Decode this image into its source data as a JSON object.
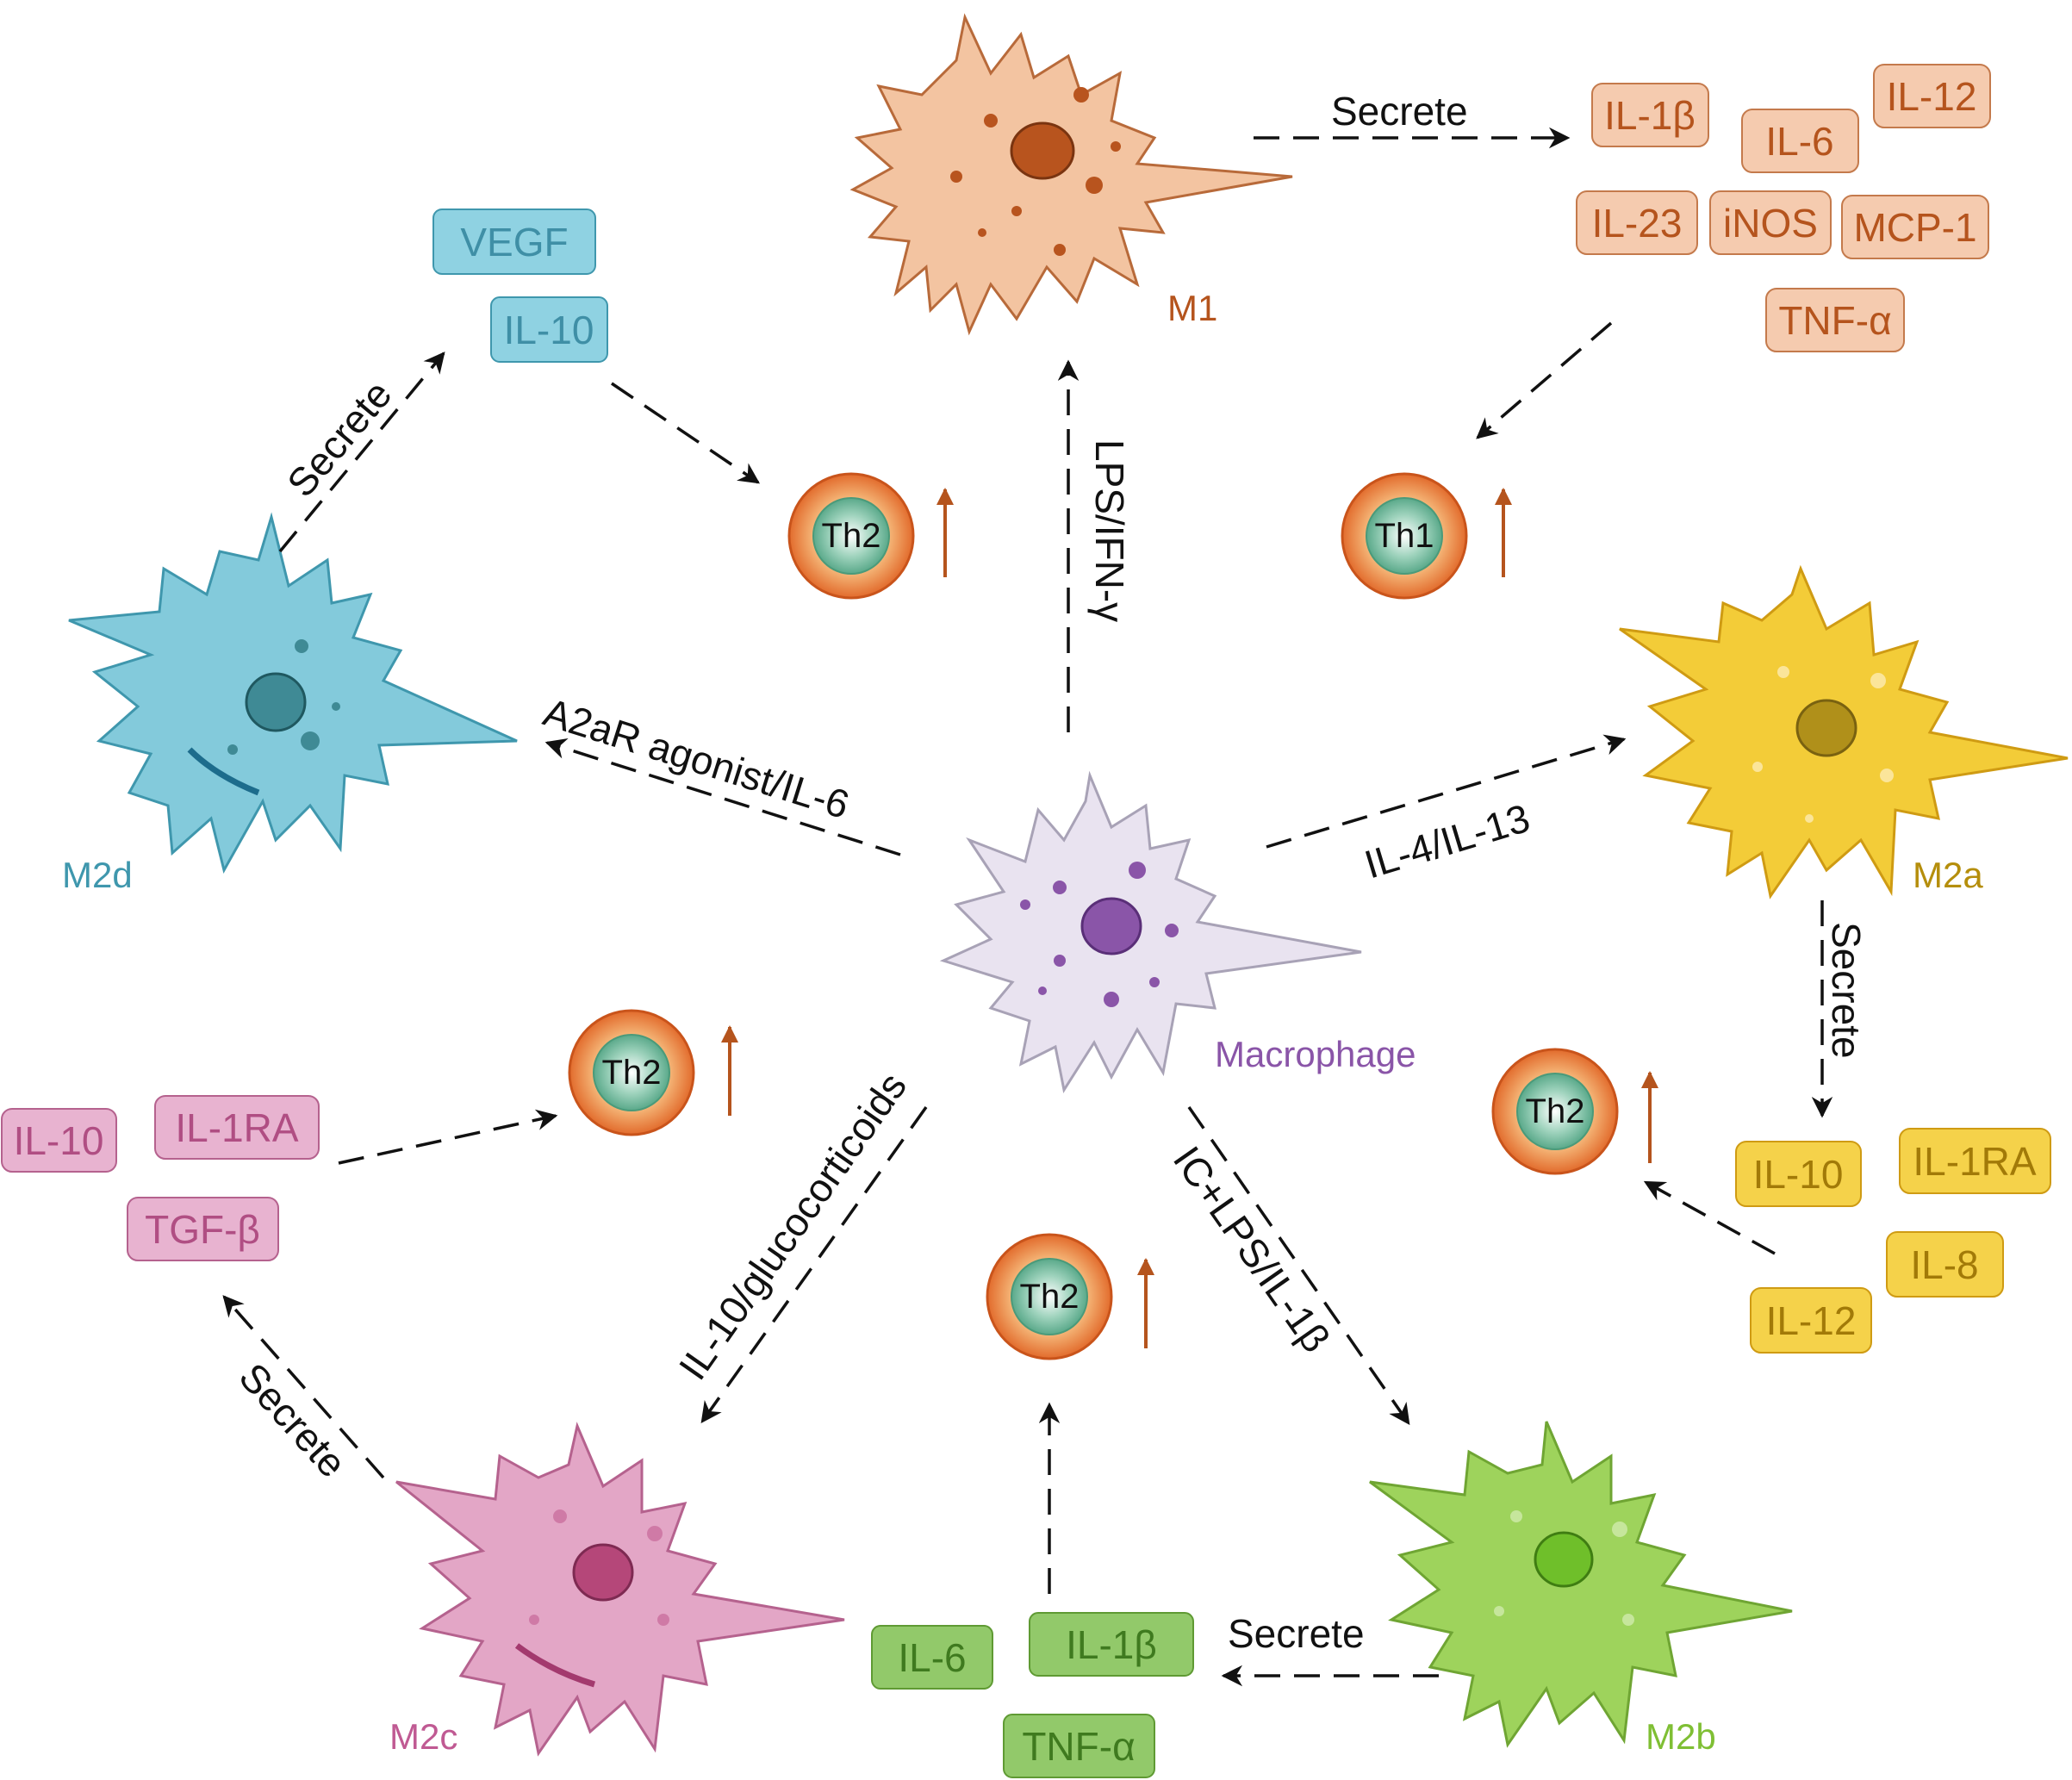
{
  "colors": {
    "m1": "#f3c4a1",
    "m1_stroke": "#b86a3a",
    "m1_text": "#b5541d",
    "m2a": "#f3cc38",
    "m2a_stroke": "#cf9b13",
    "m2a_text": "#b58e0c",
    "m2b": "#9ed35c",
    "m2b_stroke": "#6fa533",
    "m2b_text": "#7fbf34",
    "m2c": "#e3a6c6",
    "m2c_stroke": "#b5628e",
    "m2c_text": "#c05a93",
    "m2d": "#83cadb",
    "m2d_stroke": "#3f97ad",
    "m2d_text": "#3f97ad",
    "macrophage": "#e9e3f0",
    "macrophage_stroke": "#a8a2b6",
    "macrophage_text": "#8a55a8",
    "th_outer": "#e26b2c",
    "th_inner": "#7fc0a6",
    "up_arrow": "#b5541d"
  },
  "cells": {
    "m1": {
      "name": "M1"
    },
    "m2a": {
      "name": "M2a"
    },
    "m2b": {
      "name": "M2b"
    },
    "m2c": {
      "name": "M2c"
    },
    "m2d": {
      "name": "M2d"
    },
    "macrophage": {
      "name": "Macrophage"
    }
  },
  "stimuli": {
    "m1": "LPS/IFN-γ",
    "m2a": "IL-4/IL-13",
    "m2b": "IC+LPS/IL-1β",
    "m2c": "IL-10/glucocorticoids",
    "m2d": "A2aR agonist/IL-6"
  },
  "secrete_label": "Secrete",
  "secretions": {
    "m1": [
      "IL-1β",
      "IL-6",
      "IL-12",
      "IL-23",
      "iNOS",
      "MCP-1",
      "TNF-α"
    ],
    "m2a": [
      "IL-10",
      "IL-1RA",
      "IL-8",
      "IL-12"
    ],
    "m2b": [
      "IL-6",
      "IL-1β",
      "TNF-α"
    ],
    "m2c": [
      "IL-10",
      "IL-1RA",
      "TGF-β"
    ],
    "m2d": [
      "VEGF",
      "IL-10"
    ]
  },
  "th_cells": {
    "m1": "Th1",
    "m2a": "Th2",
    "m2b": "Th2",
    "m2c": "Th2",
    "m2d": "Th2"
  },
  "up_arrow_glyph": "↑"
}
